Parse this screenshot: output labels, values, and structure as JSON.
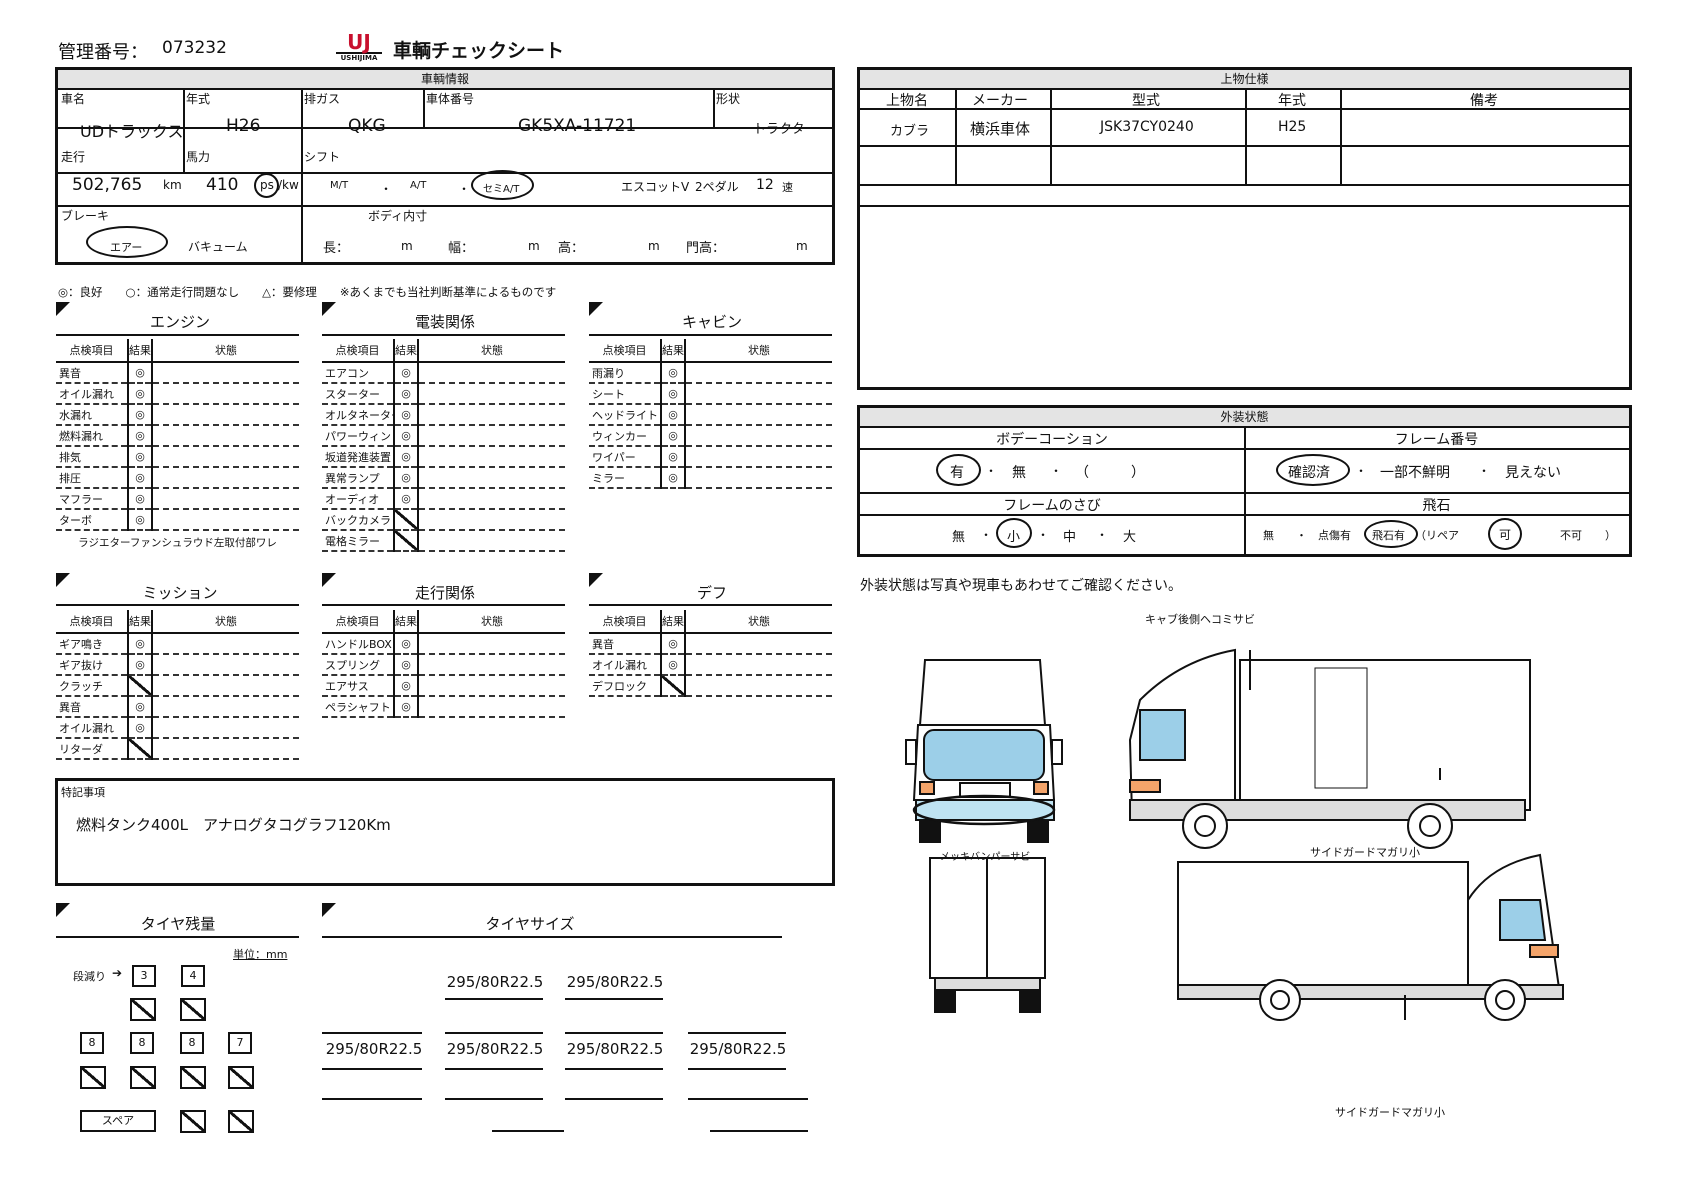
{
  "header": {
    "mgmt_label": "管理番号：",
    "mgmt_no": "073232",
    "logo_text": "UJ",
    "logo_sub": "USHIJIMA",
    "title": "車輌チェックシート"
  },
  "vehicle": {
    "section": "車輌情報",
    "labels": {
      "name": "車名",
      "year": "年式",
      "gas": "排ガス",
      "chassis": "車体番号",
      "shape": "形状",
      "mileage": "走行",
      "hp": "馬力",
      "shift": "シフト",
      "brake": "ブレーキ",
      "body": "ボディ内寸"
    },
    "name": "UDトラックス",
    "year": "H26",
    "gas": "QKG",
    "chassis": "GK5XA-11721",
    "shape": "トラクタ",
    "mileage": "502,765",
    "mileage_unit": "km",
    "hp": "410",
    "hp_ps": "ps",
    "hp_kw": "/kw",
    "shift_mt": "M/T",
    "shift_at": "A/T",
    "shift_semi": "セミA/T",
    "shift_dot": "・",
    "escot": "エスコットⅤ",
    "pedal": "2ペダル",
    "speeds": "12",
    "speed_unit": "速",
    "brake_air": "エアー",
    "brake_vac": "バキューム",
    "len": "長：",
    "wid": "幅：",
    "hei": "高：",
    "gate": "門高：",
    "m": "m"
  },
  "upper": {
    "section": "上物仕様",
    "headers": [
      "上物名",
      "メーカー",
      "型式",
      "年式",
      "備考"
    ],
    "row": [
      "カブラ",
      "横浜車体",
      "JSK37CY0240",
      "H25",
      ""
    ]
  },
  "legend": "◎：良好　　○：通常走行問題なし　　△：要修理　　※あくまでも当社判断基準によるものです",
  "cols": {
    "item": "点検項目",
    "result": "結果",
    "state": "状態"
  },
  "engine": {
    "title": "エンジン",
    "items": [
      "異音",
      "オイル漏れ",
      "水漏れ",
      "燃料漏れ",
      "排気",
      "排圧",
      "マフラー",
      "ターボ"
    ],
    "results": [
      "◎",
      "◎",
      "◎",
      "◎",
      "◎",
      "◎",
      "◎",
      "◎"
    ],
    "note": "ラジエターファンシュラウド左取付部ワレ"
  },
  "electric": {
    "title": "電装関係",
    "items": [
      "エアコン",
      "スターター",
      "オルタネーター",
      "パワーウィンド",
      "坂道発進装置",
      "異常ランプ",
      "オーディオ",
      "バックカメラ",
      "電格ミラー"
    ],
    "results": [
      "◎",
      "◎",
      "◎",
      "◎",
      "◎",
      "◎",
      "◎",
      "",
      ""
    ]
  },
  "cabin": {
    "title": "キャビン",
    "items": [
      "雨漏り",
      "シート",
      "ヘッドライト",
      "ウィンカー",
      "ワイパー",
      "ミラー"
    ],
    "results": [
      "◎",
      "◎",
      "◎",
      "◎",
      "◎",
      "◎"
    ]
  },
  "mission": {
    "title": "ミッション",
    "items": [
      "ギア鳴き",
      "ギア抜け",
      "クラッチ",
      "異音",
      "オイル漏れ",
      "リターダ"
    ],
    "results": [
      "◎",
      "◎",
      "",
      "◎",
      "◎",
      ""
    ]
  },
  "running": {
    "title": "走行関係",
    "items": [
      "ハンドルBOX",
      "スプリング",
      "エアサス",
      "ペラシャフト"
    ],
    "results": [
      "◎",
      "◎",
      "◎",
      "◎"
    ]
  },
  "diff": {
    "title": "デフ",
    "items": [
      "異音",
      "オイル漏れ",
      "デフロック"
    ],
    "results": [
      "◎",
      "◎",
      ""
    ]
  },
  "exterior": {
    "section": "外装状態",
    "coat_title": "ボデーコーション",
    "coat_yes": "有",
    "coat_no": "無",
    "coat_paren": "（　　　）",
    "frame_no_title": "フレーム番号",
    "frame_ok": "確認済",
    "frame_part": "一部不鮮明",
    "frame_none": "見えない",
    "rust_title": "フレームのさび",
    "rust_none": "無",
    "rust_small": "小",
    "rust_mid": "中",
    "rust_large": "大",
    "chip_title": "飛石",
    "chip_none": "無",
    "chip_scratch": "点傷有",
    "chip_yes": "飛石有",
    "chip_repair": "（リペア",
    "chip_ok": "可",
    "chip_ng": "不可",
    "chip_close": "）",
    "dot": "・",
    "note": "外装状態は写真や現車もあわせてご確認ください。"
  },
  "diagram": {
    "cab_rear": "キャブ後側ヘコミサビ",
    "bumper": "メッキバンパーサビ",
    "side_guard_1": "サイドガードマガリ小",
    "side_guard_2": "サイドガードマガリ小"
  },
  "special": {
    "label": "特記事項",
    "text": "燃料タンク400L　アナログタコグラフ120Km"
  },
  "tires": {
    "remain_title": "タイヤ残量",
    "unit": "単位：mm",
    "step_label": "段減り",
    "front": [
      "3",
      "4"
    ],
    "rear": [
      "8",
      "8",
      "8",
      "7"
    ],
    "spare": "スペア",
    "size_title": "タイヤサイズ",
    "front_sizes": [
      "295/80R22.5",
      "295/80R22.5"
    ],
    "rear_sizes": [
      "295/80R22.5",
      "295/80R22.5",
      "295/80R22.5",
      "295/80R22.5"
    ]
  }
}
